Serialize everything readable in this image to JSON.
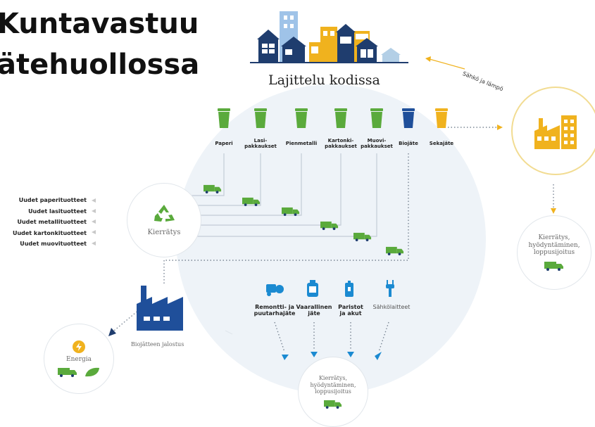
{
  "title_lines": [
    "Kuntavastuu",
    "ätehuollossa"
  ],
  "home_label": "Lajittelu kodissa",
  "bins": [
    {
      "label": "Paperi",
      "color": "#5aaa3c"
    },
    {
      "label": "Lasi-\npakkaukset",
      "color": "#5aaa3c"
    },
    {
      "label": "Pienmetalli",
      "color": "#5aaa3c"
    },
    {
      "label": "Kartonki-\npakkaukset",
      "color": "#5aaa3c"
    },
    {
      "label": "Muovi-\npakkaukset",
      "color": "#5aaa3c"
    },
    {
      "label": "Biojäte",
      "color": "#1f4f9a"
    },
    {
      "label": "Sekajäte",
      "color": "#f0b21e"
    }
  ],
  "products": [
    "Uudet paperituotteet",
    "Uudet lasituotteet",
    "Uudet metallituotteet",
    "Uudet kartonkituotteet",
    "Uudet muovituotteet"
  ],
  "recycling_label": "Kierrätys",
  "energy_arrow_label": "Sähkö ja lämpö",
  "right_node_label": "Kierrätys,\nhyödyntäminen,\nloppusijoitus",
  "bottom_node_label": "Kierrätys,\nhyödyntäminen,\nloppusijoitus",
  "biowaste_plant_label": "Biojätteen jalostus",
  "energy_label": "Energia",
  "special_categories": [
    "Remontti- ja\npuutarhajäte",
    "Vaarallinen\njäte",
    "Paristot\nja akut",
    "Sähkölaitteet"
  ],
  "colors": {
    "green": "#5aaa3c",
    "blue": "#1f4f9a",
    "light_blue": "#1b8ad1",
    "yellow": "#f0b21e",
    "dots": "#7a8694",
    "grey": "#8a8a8a"
  }
}
